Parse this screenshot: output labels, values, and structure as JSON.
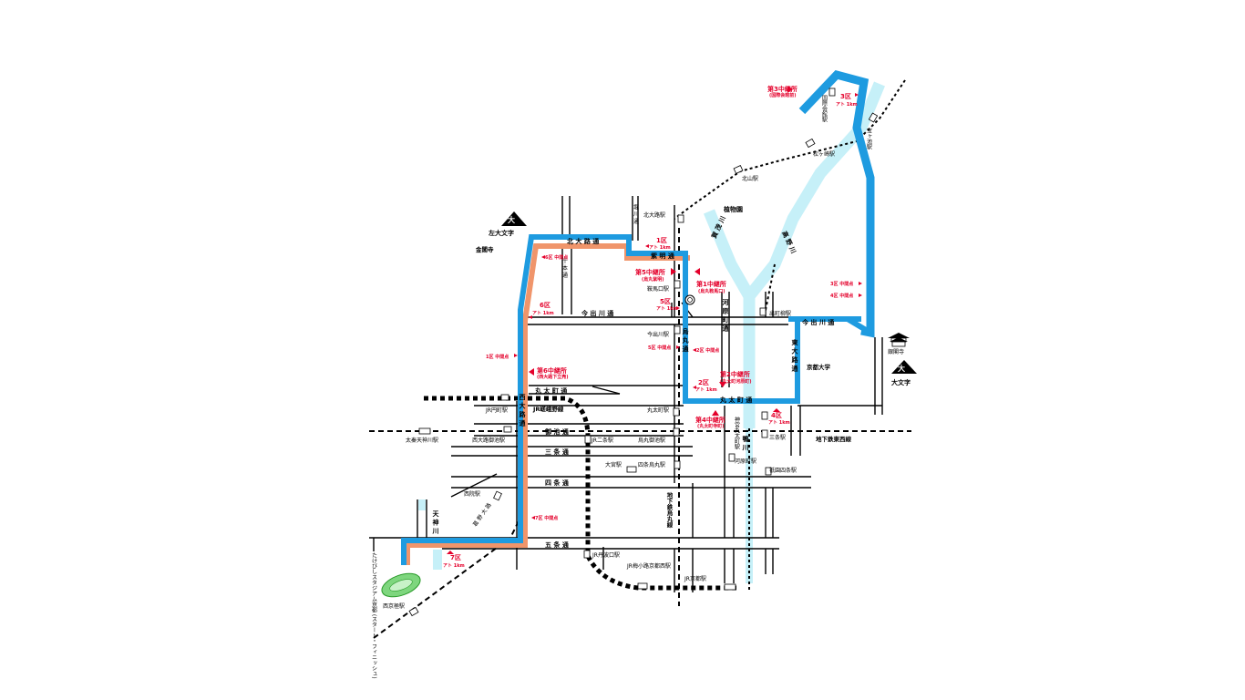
{
  "roads": {
    "kitaoji": "北 大 路 通",
    "shimei": "紫 明 通",
    "imadegawa_w": "今 出 川 通",
    "imadegawa_e": "今 出 川 通",
    "marutamachi_w": "丸 太 町 通",
    "marutamachi_e": "丸 太 町 通",
    "oike": "御 池 通",
    "sanjo": "三 条 通",
    "shijo": "四 条 通",
    "gojo": "五 条 通",
    "karasuma": "烏 丸 通",
    "kawaramachi": "河 原 町 通",
    "higashioji": "東 大 路 通",
    "nishioji": "西 大 路 通",
    "tenjingawa": "天 神 川",
    "kasaisen": "葛 野 大 路",
    "senbon": "千 本 通",
    "horikawa": "堀 川 通"
  },
  "rivers": {
    "kamo": "賀 茂 川",
    "takano": "高 野 川",
    "kamogawa": "鴨 川"
  },
  "places": {
    "hidari_daimonji": "左大文字",
    "kinkakuji": "金閣寺",
    "botanical": "植物園",
    "kyoto_univ": "京都大学",
    "ginkakuji": "銀閣寺",
    "daimonji": "大文字",
    "stadium": "たけびしスタジアム京都 (スタート・フィニッシュ)"
  },
  "stations": {
    "kitaoji": "北大路駅",
    "kuramaguchi": "鞍馬口駅",
    "imadegawa": "今出川駅",
    "demachiyanagi": "出町柳駅",
    "kitayama": "北山駅",
    "matsugasaki": "松ヶ崎駅",
    "kokusaikaikan": "国際会館駅",
    "takaragaike": "宝ヶ池駅",
    "marutamachi": "丸太町駅",
    "jingu_marutamachi": "神宮丸太町駅",
    "jr_emmachi": "JR円町駅",
    "nishioji_oike": "西大路御池駅",
    "uzumasa_tenjingawa": "太秦天神川駅",
    "jr_nijo": "JR二条駅",
    "karasuma_oike": "烏丸御池駅",
    "sanjo": "三条駅",
    "omiya": "大宮駅",
    "shijo_karasuma": "四条烏丸駅",
    "kawaramachi": "河原町駅",
    "gion_shijo": "祇園四条駅",
    "saiin": "西院駅",
    "jr_tambaguchi": "JR丹波口駅",
    "jr_umekoji": "JR梅小路京都西駅",
    "jr_kyoto": "JR京都駅",
    "nishikyogoku": "西京極駅"
  },
  "lines": {
    "sagano": "JR嵯峨野線",
    "tozai": "地下鉄東西線",
    "karasuma": "地下鉄烏丸線"
  },
  "relays": {
    "r1": "第1中継所",
    "r1_sub": "(烏丸鞍馬口)",
    "r2": "第2中継所",
    "r2_sub": "(丸太町河原町)",
    "r3": "第3中継所",
    "r3_sub": "(国際会館前)",
    "r4": "第4中継所",
    "r4_sub": "(丸太町寺町)",
    "r5": "第5中継所",
    "r5_sub": "(烏丸紫明)",
    "r6": "第6中継所",
    "r6_sub": "(西大路下立売)"
  },
  "sections": {
    "s1": "1区",
    "s2": "2区",
    "s3": "3区",
    "s4": "4区",
    "s5": "5区",
    "s6": "6区",
    "s7": "7区",
    "ato1km": "アト 1km"
  },
  "midpoints": {
    "m1": "1区 中間点",
    "m2": "2区 中間点",
    "m3": "3区 中間点",
    "m4": "4区 中間点",
    "m5": "5区 中間点",
    "m6": "6区 中間点",
    "m7": "7区 中間点"
  },
  "colors": {
    "route_blue": "#1e9be0",
    "route_orange": "#f0956b",
    "river": "#c6f0f8",
    "marker_red": "#e4002b",
    "stadium_green": "#7ed67e"
  }
}
